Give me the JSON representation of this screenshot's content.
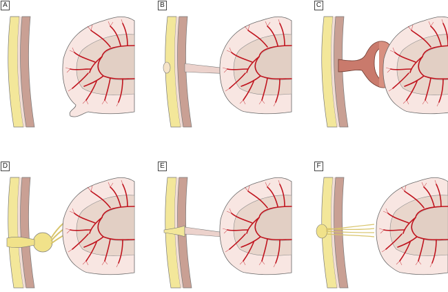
{
  "figure": {
    "panels": [
      {
        "label": "A"
      },
      {
        "label": "B"
      },
      {
        "label": "C"
      },
      {
        "label": "D"
      },
      {
        "label": "E"
      },
      {
        "label": "F"
      }
    ]
  },
  "colors": {
    "fat": "#f3e79a",
    "wall": "#c9a094",
    "lobe": "#f8e6e2",
    "lobe_inner": "#e9d6cc",
    "vessel": "#c0141e",
    "cyst": "#f1e28a",
    "stalk_c": "#c97a6c"
  }
}
